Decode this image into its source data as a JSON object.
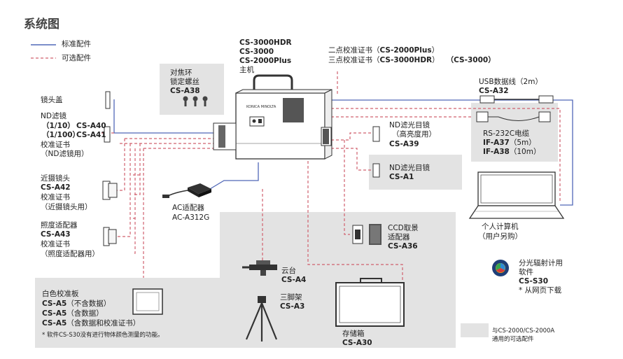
{
  "title": "系统图",
  "legend": {
    "standard": "标准配件",
    "optional": "可选配件"
  },
  "main": {
    "models": [
      "CS-3000HDR",
      "CS-3000",
      "CS-2000Plus"
    ],
    "label": "主机"
  },
  "focus_ring": {
    "line1": "对焦环",
    "line2": "锁定螺丝",
    "code": "CS-A38"
  },
  "cert_top": {
    "line1_text": "二点校准证书（",
    "line1_code": "CS-2000Plus",
    "line1_end": "）",
    "line2_text": "三点校准证书（",
    "line2_code": "CS-3000HDR",
    "line2_end": "）",
    "line2_code2": "（CS-3000）"
  },
  "usb": {
    "label": "USB数据线（2m）",
    "code": "CS-A32"
  },
  "rs232": {
    "label": "RS-232C电缆",
    "code1": "IF-A37",
    "len1": "（5m）",
    "code2": "IF-A38",
    "len2": "（10m）"
  },
  "lens_cap": {
    "label": "镜头盖"
  },
  "nd_filter": {
    "label": "ND滤镜",
    "r1": "（1/10）",
    "c1": "CS-A40",
    "r2": "（1/100）",
    "c2": "CS-A41",
    "cert": "校准证书",
    "cert_sub": "（ND滤镜用）"
  },
  "closeup": {
    "label": "近摄镜头",
    "code": "CS-A42",
    "cert": "校准证书",
    "cert_sub": "（近摄镜头用）"
  },
  "illum": {
    "label": "照度适配器",
    "code": "CS-A43",
    "cert": "校准证书",
    "cert_sub": "（照度适配器用）"
  },
  "nd_eyepiece_high": {
    "label": "ND滤光目镜",
    "sub": "（高亮度用）",
    "code": "CS-A39"
  },
  "nd_eyepiece": {
    "label": "ND滤光目镜",
    "code": "CS-A1"
  },
  "ccd": {
    "label1": "CCD取景",
    "label2": "适配器",
    "code": "CS-A36"
  },
  "ac": {
    "label": "AC适配器",
    "code": "AC-A312G"
  },
  "pc": {
    "label": "个人计算机",
    "sub": "（用户另购）"
  },
  "software": {
    "label1": "分光辐射计用",
    "label2": "软件",
    "code": "CS-S30",
    "note": "* 从网页下载"
  },
  "head": {
    "label": "云台",
    "code": "CS-A4"
  },
  "tripod": {
    "label": "三脚架",
    "code": "CS-A3"
  },
  "case": {
    "label": "存储箱",
    "code": "CS-A30"
  },
  "white_plate": {
    "label": "白色校准板",
    "rows": [
      {
        "code": "CS-A5",
        "desc": "（不含数据）"
      },
      {
        "code": "CS-A5",
        "desc": "（含数据）"
      },
      {
        "code": "CS-A5",
        "desc": "（含数据和校准证书）"
      }
    ],
    "note": "* 软件CS-S30没有进行物体颜色测量的功能。"
  },
  "common_legend": {
    "line1": "与CS-2000/CS-2000A",
    "line2": "通用的可选配件"
  },
  "brand": "KONICA MINOLTA",
  "colors": {
    "standard_line": "#5068b8",
    "optional_line": "#d0606e",
    "gray_box": "#e3e3e3"
  }
}
